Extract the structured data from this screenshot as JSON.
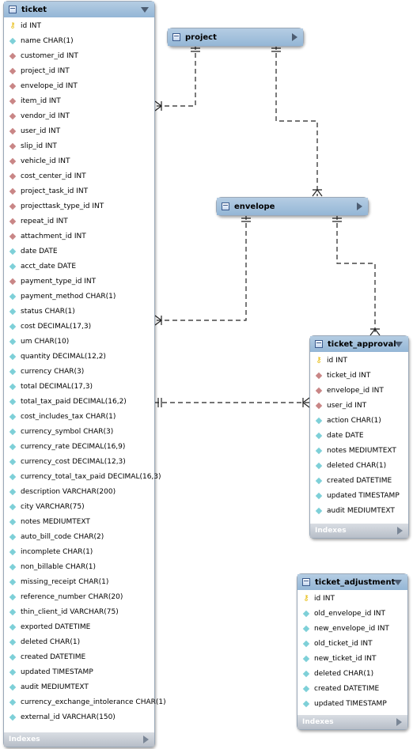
{
  "tables": {
    "ticket": {
      "name": "ticket",
      "indexes_label": "Indexes",
      "columns": [
        {
          "label": "id INT",
          "icon": "key"
        },
        {
          "label": "name CHAR(1)",
          "icon": "col"
        },
        {
          "label": "customer_id INT",
          "icon": "fk"
        },
        {
          "label": "project_id INT",
          "icon": "fk"
        },
        {
          "label": "envelope_id INT",
          "icon": "fk"
        },
        {
          "label": "item_id INT",
          "icon": "fk"
        },
        {
          "label": "vendor_id INT",
          "icon": "fk"
        },
        {
          "label": "user_id INT",
          "icon": "fk"
        },
        {
          "label": "slip_id INT",
          "icon": "fk"
        },
        {
          "label": "vehicle_id INT",
          "icon": "fk"
        },
        {
          "label": "cost_center_id INT",
          "icon": "fk"
        },
        {
          "label": "project_task_id INT",
          "icon": "fk"
        },
        {
          "label": "projecttask_type_id INT",
          "icon": "fk"
        },
        {
          "label": "repeat_id INT",
          "icon": "fk"
        },
        {
          "label": "attachment_id INT",
          "icon": "fk"
        },
        {
          "label": "date DATE",
          "icon": "col"
        },
        {
          "label": "acct_date DATE",
          "icon": "col"
        },
        {
          "label": "payment_type_id INT",
          "icon": "fk"
        },
        {
          "label": "payment_method CHAR(1)",
          "icon": "col"
        },
        {
          "label": "status CHAR(1)",
          "icon": "col"
        },
        {
          "label": "cost DECIMAL(17,3)",
          "icon": "col"
        },
        {
          "label": "um CHAR(10)",
          "icon": "col"
        },
        {
          "label": "quantity DECIMAL(12,2)",
          "icon": "col"
        },
        {
          "label": "currency CHAR(3)",
          "icon": "col"
        },
        {
          "label": "total DECIMAL(17,3)",
          "icon": "col"
        },
        {
          "label": "total_tax_paid DECIMAL(16,2)",
          "icon": "col"
        },
        {
          "label": "cost_includes_tax CHAR(1)",
          "icon": "col"
        },
        {
          "label": "currency_symbol CHAR(3)",
          "icon": "col"
        },
        {
          "label": "currency_rate DECIMAL(16,9)",
          "icon": "col"
        },
        {
          "label": "currency_cost DECIMAL(12,3)",
          "icon": "col"
        },
        {
          "label": "currency_total_tax_paid DECIMAL(16,3)",
          "icon": "col"
        },
        {
          "label": "description VARCHAR(200)",
          "icon": "col"
        },
        {
          "label": "city VARCHAR(75)",
          "icon": "col"
        },
        {
          "label": "notes MEDIUMTEXT",
          "icon": "col"
        },
        {
          "label": "auto_bill_code CHAR(2)",
          "icon": "col"
        },
        {
          "label": "incomplete CHAR(1)",
          "icon": "col"
        },
        {
          "label": "non_billable CHAR(1)",
          "icon": "col"
        },
        {
          "label": "missing_receipt CHAR(1)",
          "icon": "col"
        },
        {
          "label": "reference_number CHAR(20)",
          "icon": "col"
        },
        {
          "label": "thin_client_id VARCHAR(75)",
          "icon": "col"
        },
        {
          "label": "exported DATETIME",
          "icon": "col"
        },
        {
          "label": "deleted CHAR(1)",
          "icon": "col"
        },
        {
          "label": "created DATETIME",
          "icon": "col"
        },
        {
          "label": "updated TIMESTAMP",
          "icon": "col"
        },
        {
          "label": "audit MEDIUMTEXT",
          "icon": "col"
        },
        {
          "label": "currency_exchange_intolerance CHAR(1)",
          "icon": "col"
        },
        {
          "label": "external_id VARCHAR(150)",
          "icon": "col"
        }
      ]
    },
    "project": {
      "name": "project"
    },
    "envelope": {
      "name": "envelope"
    },
    "ticket_approval": {
      "name": "ticket_approval",
      "indexes_label": "Indexes",
      "columns": [
        {
          "label": "id INT",
          "icon": "key"
        },
        {
          "label": "ticket_id INT",
          "icon": "fk"
        },
        {
          "label": "envelope_id INT",
          "icon": "fk"
        },
        {
          "label": "user_id INT",
          "icon": "fk"
        },
        {
          "label": "action CHAR(1)",
          "icon": "col"
        },
        {
          "label": "date DATE",
          "icon": "col"
        },
        {
          "label": "notes MEDIUMTEXT",
          "icon": "col"
        },
        {
          "label": "deleted CHAR(1)",
          "icon": "col"
        },
        {
          "label": "created DATETIME",
          "icon": "col"
        },
        {
          "label": "updated TIMESTAMP",
          "icon": "col"
        },
        {
          "label": "audit MEDIUMTEXT",
          "icon": "col"
        }
      ]
    },
    "ticket_adjustment": {
      "name": "ticket_adjustment",
      "indexes_label": "Indexes",
      "columns": [
        {
          "label": "id INT",
          "icon": "key"
        },
        {
          "label": "old_envelope_id INT",
          "icon": "col"
        },
        {
          "label": "new_envelope_id INT",
          "icon": "col"
        },
        {
          "label": "old_ticket_id INT",
          "icon": "col"
        },
        {
          "label": "new_ticket_id INT",
          "icon": "col"
        },
        {
          "label": "deleted CHAR(1)",
          "icon": "col"
        },
        {
          "label": "created DATETIME",
          "icon": "col"
        },
        {
          "label": "updated TIMESTAMP",
          "icon": "col"
        }
      ]
    }
  }
}
